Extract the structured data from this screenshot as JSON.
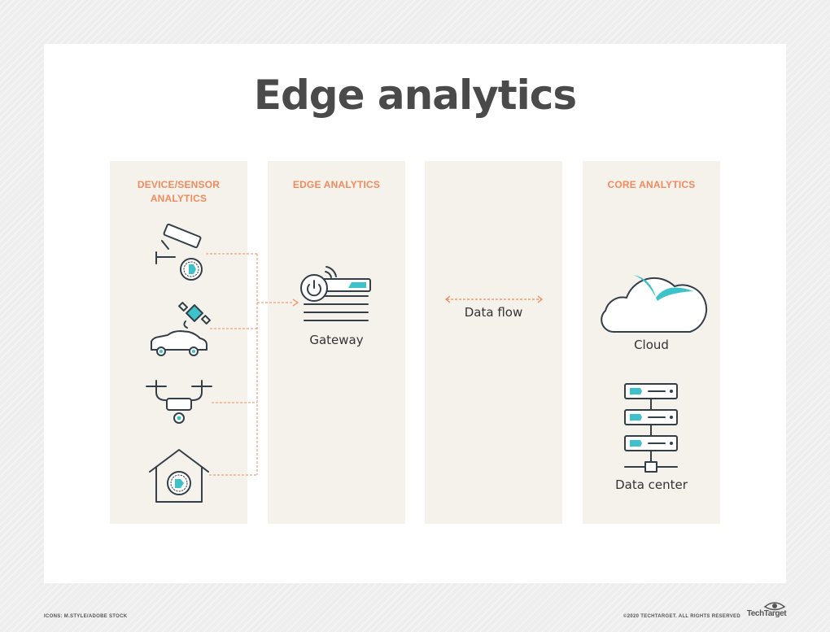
{
  "title": "Edge analytics",
  "columns": [
    {
      "heading_line1": "DEVICE/SENSOR",
      "heading_line2": "ANALYTICS"
    },
    {
      "heading_line1": "EDGE ANALYTICS",
      "heading_line2": ""
    },
    {
      "heading_line1": "",
      "heading_line2": ""
    },
    {
      "heading_line1": "CORE ANALYTICS",
      "heading_line2": ""
    }
  ],
  "labels": {
    "gateway": "Gateway",
    "data_flow": "Data flow",
    "cloud": "Cloud",
    "data_center": "Data center"
  },
  "icons": [
    "security-camera-icon",
    "satellite-icon",
    "car-icon",
    "drone-icon",
    "smart-home-icon",
    "gateway-icon",
    "cloud-icon",
    "data-center-icon"
  ],
  "footer": {
    "left": "ICONS: M.STYLE/ADOBE STOCK",
    "right": "©2020 TECHTARGET. ALL RIGHTS RESERVED",
    "brand": "TechTarget"
  },
  "colors": {
    "accent": "#f08a5d",
    "teal": "#3cc2c8",
    "ink": "#333e48",
    "column_bg": "#f5f2ec",
    "title": "#4a4a4a"
  }
}
